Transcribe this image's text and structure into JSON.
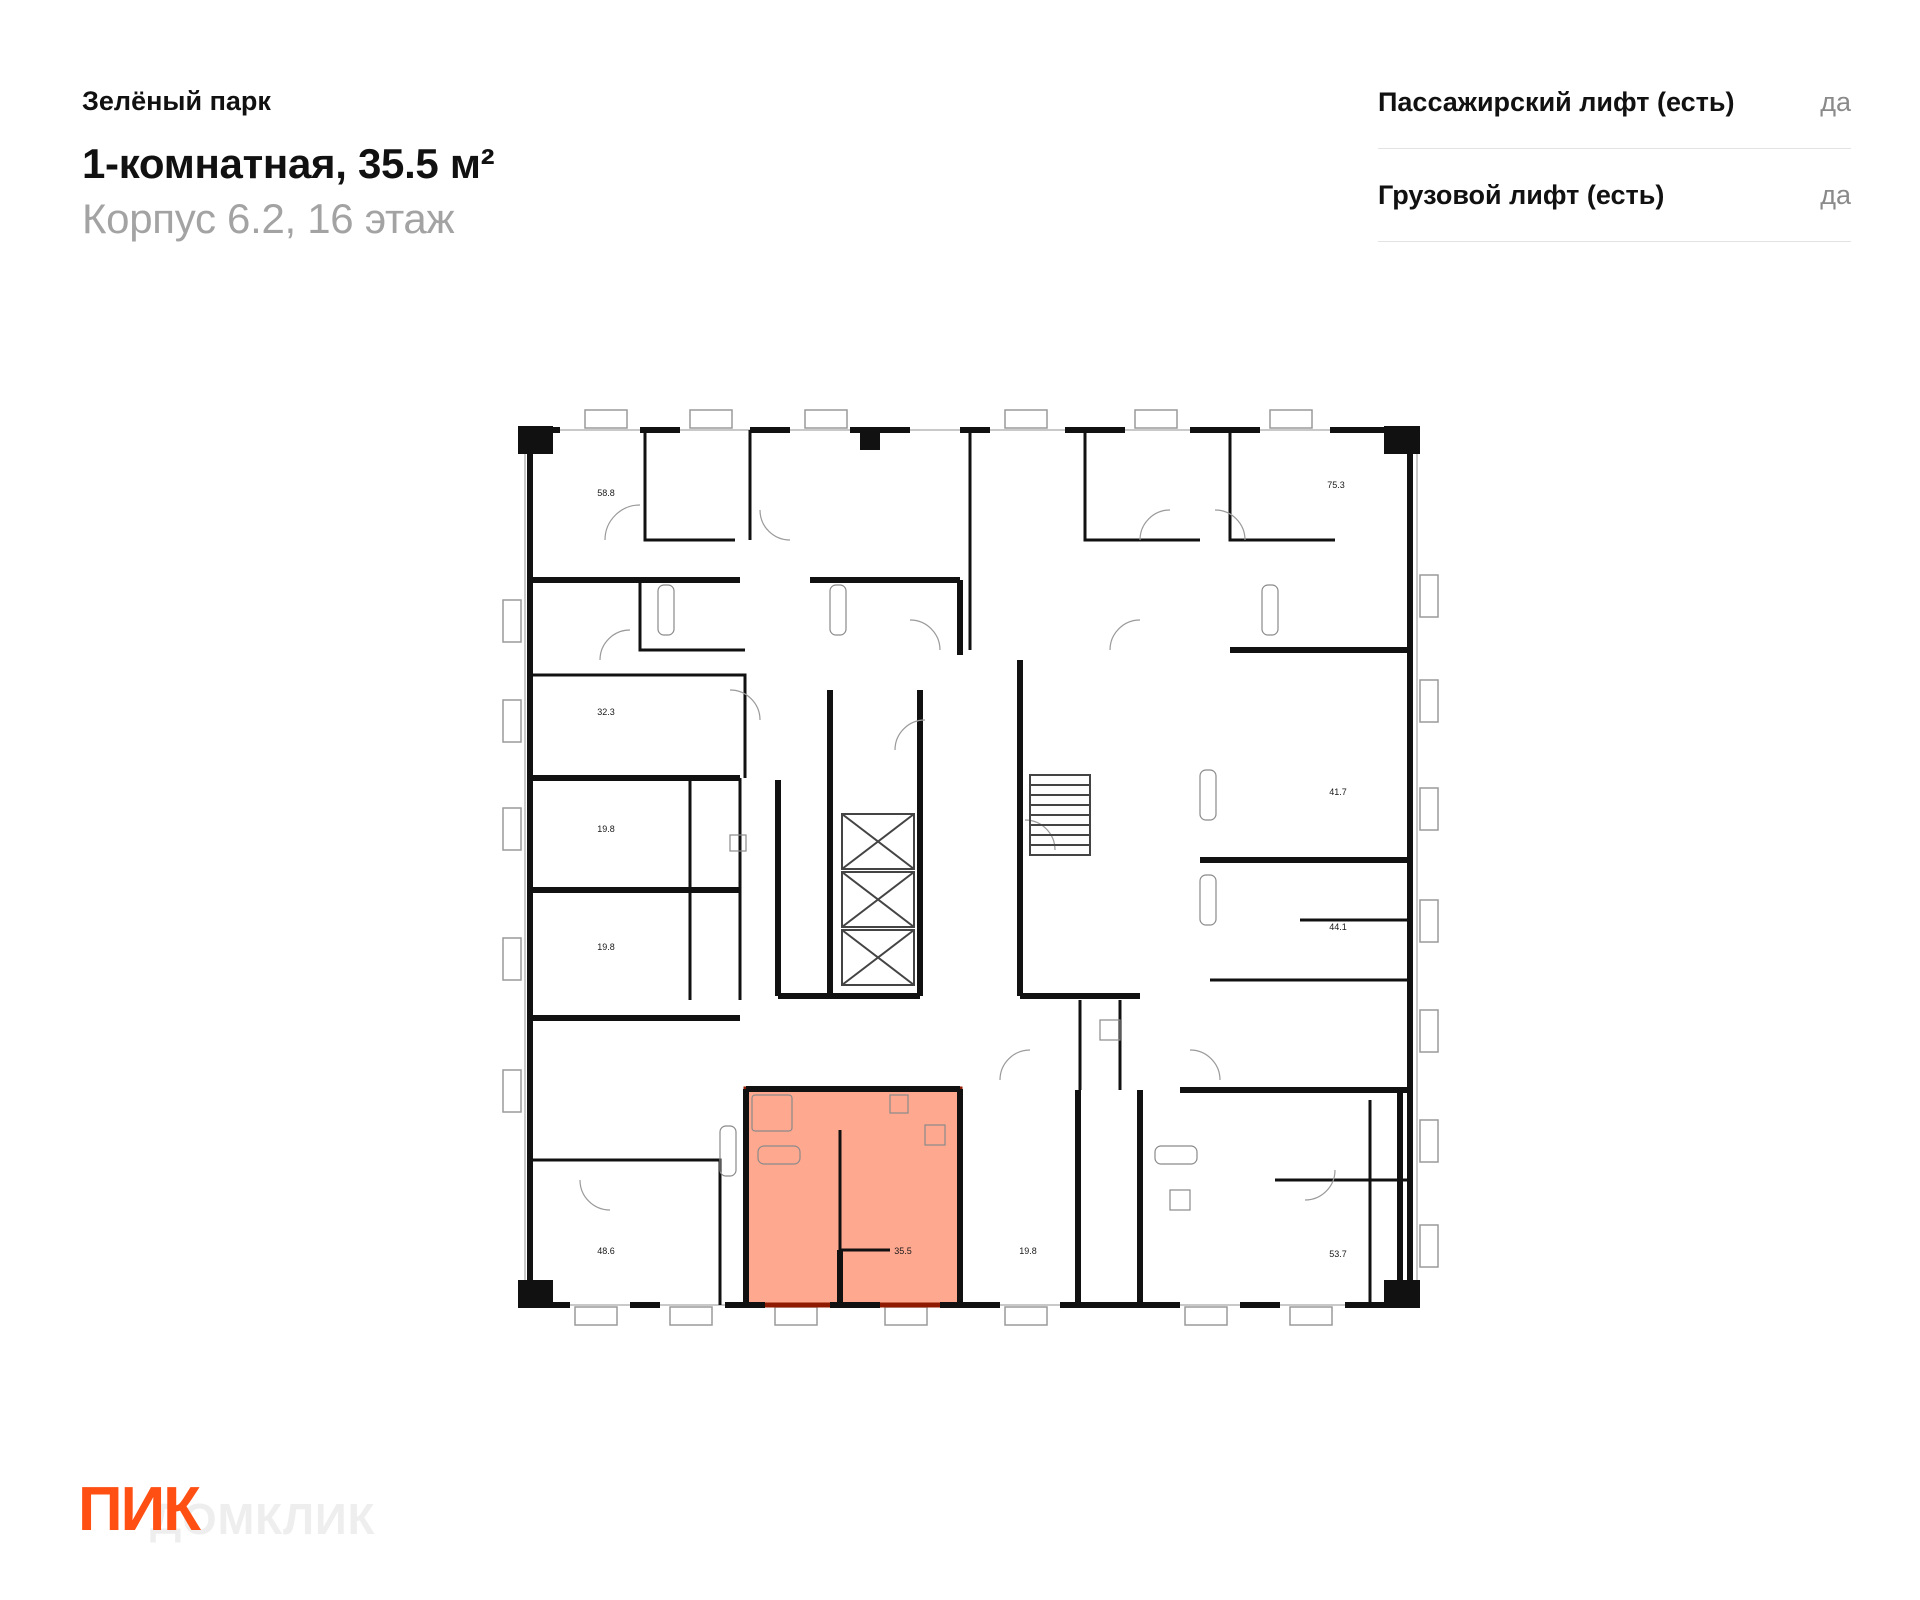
{
  "header": {
    "complex_name": "Зелёный парк",
    "apartment_title": "1-комнатная, 35.5 м²",
    "building_floor": "Корпус 6.2, 16 этаж"
  },
  "features": [
    {
      "name": "Пассажирский лифт (есть)",
      "value": "да"
    },
    {
      "name": "Грузовой лифт (есть)",
      "value": "да"
    }
  ],
  "plan": {
    "highlight_color": "#ffa890",
    "highlight_border": "#8e1a00",
    "units": [
      {
        "id": "u1",
        "area": "58.8"
      },
      {
        "id": "u2",
        "area": "75.3"
      },
      {
        "id": "u3",
        "area": "32.3"
      },
      {
        "id": "u4",
        "area": "41.7"
      },
      {
        "id": "u5",
        "area": "19.8"
      },
      {
        "id": "u6",
        "area": "44.1"
      },
      {
        "id": "u7",
        "area": "19.8"
      },
      {
        "id": "u8",
        "area": "48.6"
      },
      {
        "id": "u9",
        "area": "35.5"
      },
      {
        "id": "u10",
        "area": "19.8"
      },
      {
        "id": "u11",
        "area": "53.7"
      }
    ]
  },
  "brand": {
    "logo_text": "ПИК",
    "watermark": "ДОМКЛИК",
    "logo_color": "#ff4f12"
  }
}
